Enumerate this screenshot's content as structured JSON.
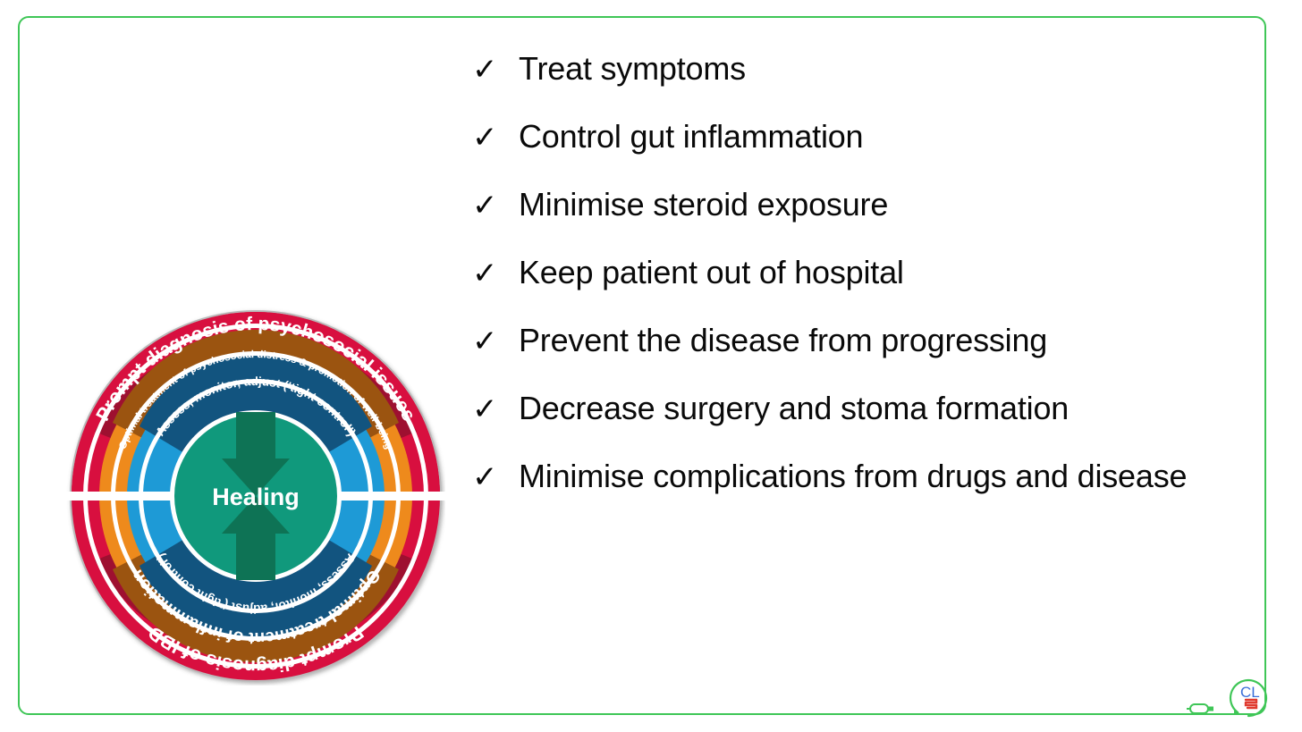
{
  "slide": {
    "background_color": "#ffffff",
    "frame_color": "#3FC657"
  },
  "diagram": {
    "name": "ibd-treatment-targets-wheel",
    "center_label": "Healing",
    "rings": [
      {
        "level": 1,
        "name": "outer-ring",
        "color": "#D80F3F",
        "shade_color": "#9E1030",
        "top_label": "Prompt diagnosis of psychosocial issues",
        "bottom_label": "Prompt diagnosis of IBD"
      },
      {
        "level": 2,
        "name": "middle-ring",
        "color": "#EE8A1C",
        "shade_color": "#9B5410",
        "top_label": "Optimal treatment of psychosocial distress & promotion of well-being",
        "bottom_label": "Optimal treatment of inflammation"
      },
      {
        "level": 3,
        "name": "inner-ring",
        "color": "#1E9AD6",
        "shade_color": "#12547F",
        "top_label": "Assess, monitor, adjust ('tight control')",
        "bottom_label": "Assess, monitor, adjust ('tight control')"
      },
      {
        "level": 4,
        "name": "core-circle",
        "color": "#10997C",
        "arrow_color": "#0E7355",
        "label": "Healing"
      }
    ]
  },
  "bullets": {
    "marker": "✓",
    "items": [
      {
        "label": "Treat symptoms"
      },
      {
        "label": "Control gut inflammation"
      },
      {
        "label": "Minimise steroid exposure"
      },
      {
        "label": "Keep patient out of hospital"
      },
      {
        "label": "Prevent the disease from progressing"
      },
      {
        "label": "Decrease surgery and stoma formation"
      },
      {
        "label": "Minimise complications from drugs and disease"
      }
    ]
  },
  "logo": {
    "name": "cl-logo",
    "monogram": "CL",
    "monogram_color": "#3A6FD8",
    "accent_color": "#E03A2F",
    "circle_color": "#3FC657"
  }
}
